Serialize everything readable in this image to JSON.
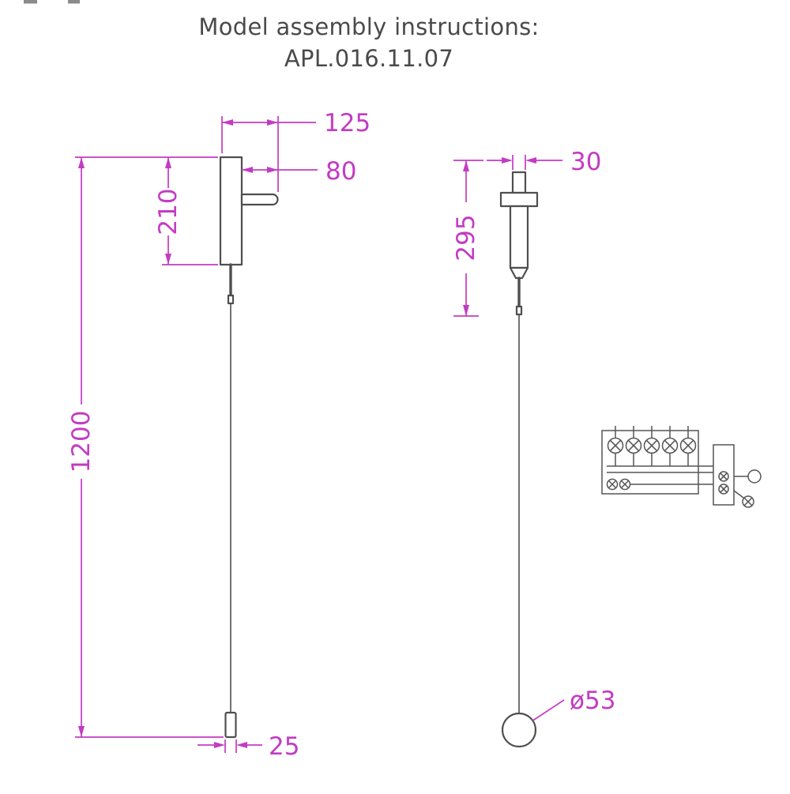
{
  "title": {
    "line1": "Model assembly instructions:",
    "line2": "APL.016.11.07"
  },
  "colors": {
    "drawing": "#4f4f4f",
    "dimension": "#c33bc3",
    "title_text": "#4a4a4a",
    "wiring": "#555555",
    "background": "#ffffff"
  },
  "side_view": {
    "dims": {
      "overall_width": "125",
      "head_depth": "80",
      "head_height": "210",
      "overall_height": "1200",
      "tip_width": "25"
    }
  },
  "front_view": {
    "dims": {
      "stem_width": "30",
      "upper_height": "295",
      "ball_diameter": "ø53"
    }
  }
}
